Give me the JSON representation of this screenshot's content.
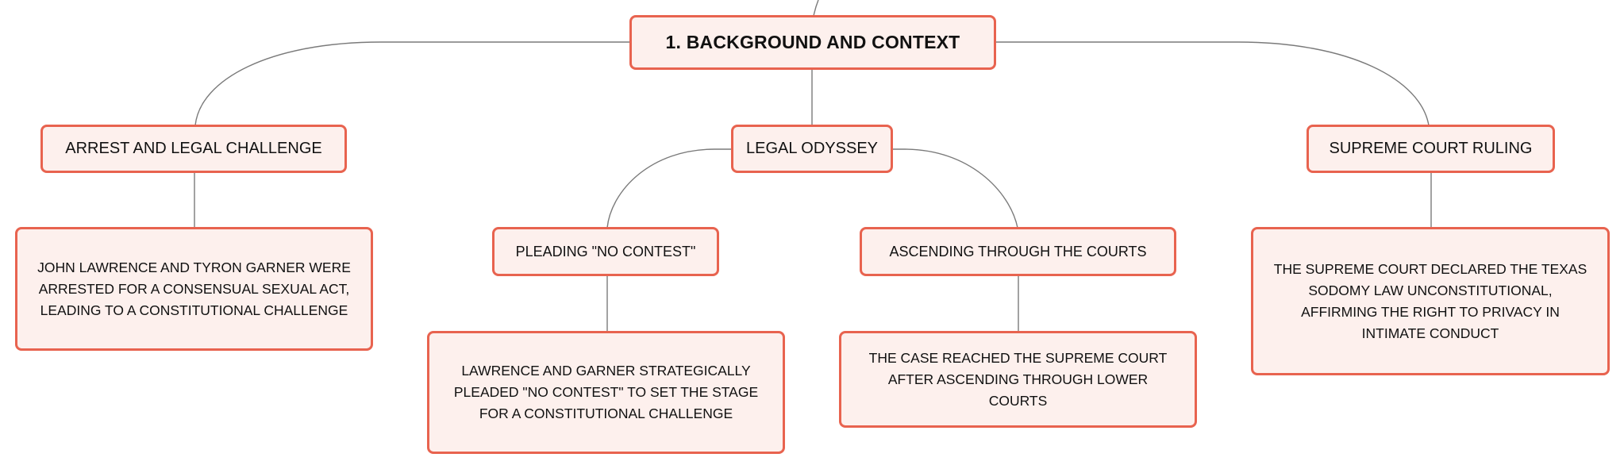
{
  "mindmap": {
    "root": {
      "label": "1. BACKGROUND AND CONTEXT"
    },
    "branches": [
      {
        "label": "ARREST AND LEGAL CHALLENGE",
        "detail": "JOHN LAWRENCE AND TYRON GARNER WERE ARRESTED FOR A CONSENSUAL SEXUAL ACT, LEADING TO A CONSTITUTIONAL CHALLENGE"
      },
      {
        "label": "LEGAL ODYSSEY",
        "children": [
          {
            "label": "PLEADING \"NO CONTEST\"",
            "detail": "LAWRENCE AND GARNER STRATEGICALLY PLEADED \"NO CONTEST\" TO SET THE STAGE FOR A CONSTITUTIONAL CHALLENGE"
          },
          {
            "label": "ASCENDING THROUGH THE COURTS",
            "detail": "THE CASE REACHED THE SUPREME COURT AFTER ASCENDING THROUGH LOWER COURTS"
          }
        ]
      },
      {
        "label": "SUPREME COURT RULING",
        "detail": "THE SUPREME COURT DECLARED THE TEXAS SODOMY LAW UNCONSTITUTIONAL, AFFIRMING THE RIGHT TO PRIVACY IN INTIMATE CONDUCT"
      }
    ]
  },
  "colors": {
    "node_border": "#e8634f",
    "node_fill": "#fdf0ed",
    "connector": "#7a7a7a",
    "text": "#111111"
  }
}
